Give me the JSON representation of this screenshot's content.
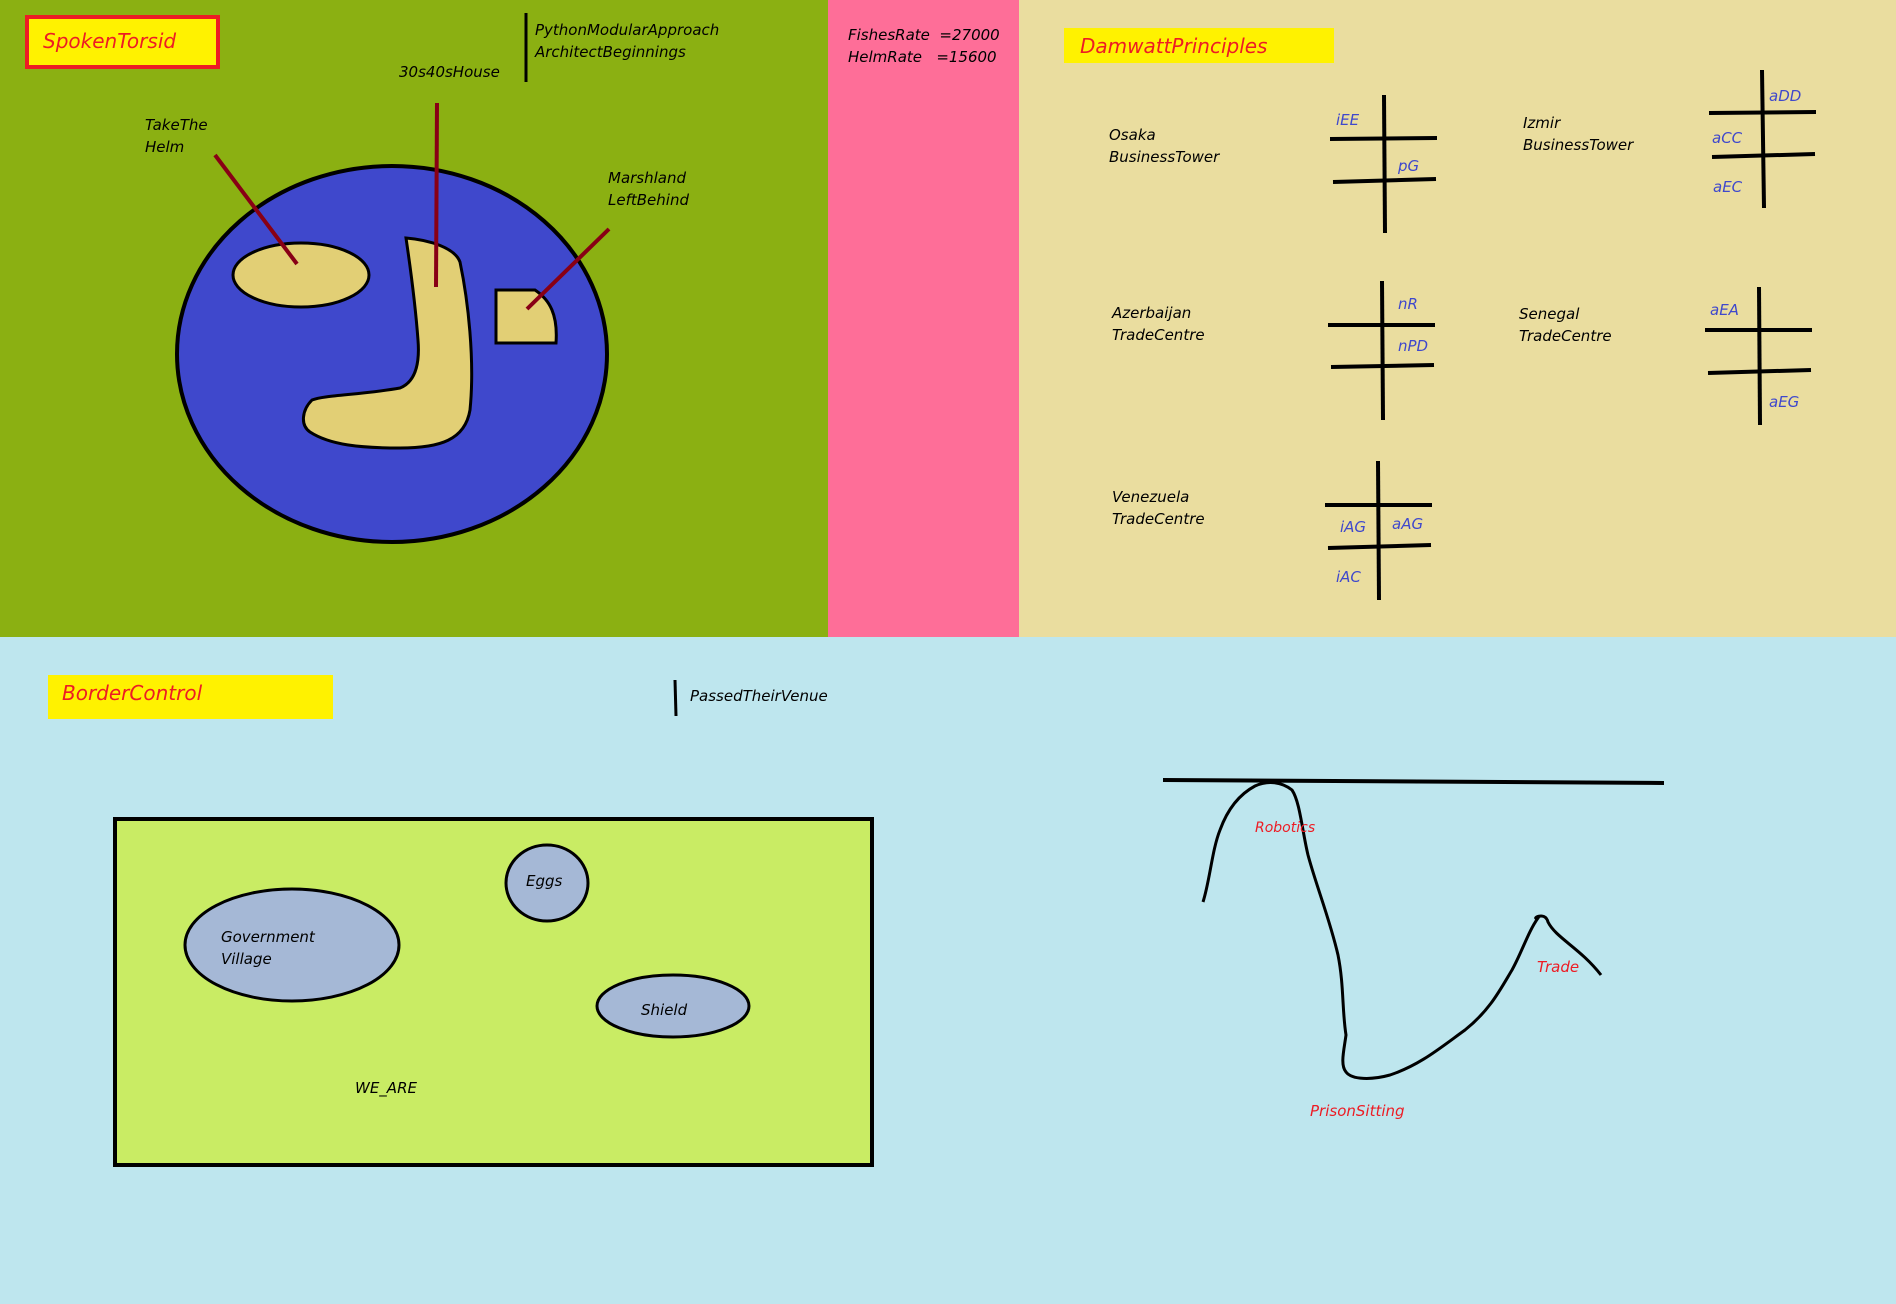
{
  "panels": {
    "spoken": {
      "title": "SpokenTorsid",
      "note_line1": "PythonModularApproach",
      "note_line2": "ArchitectBeginnings",
      "labels": {
        "take_the_helm_line1": "TakeThe",
        "take_the_helm_line2": "Helm",
        "house": "30s40sHouse",
        "marshland_line1": "Marshland",
        "marshland_line2": "LeftBehind"
      }
    },
    "rates": {
      "fishes": "FishesRate  =27000",
      "helm": "HelmRate   =15600"
    },
    "damwatt": {
      "title": "DamwattPrinciples",
      "towers": [
        {
          "line1": "Osaka",
          "line2": "BusinessTower",
          "codes": [
            "iEE",
            "pG"
          ]
        },
        {
          "line1": "Izmir",
          "line2": "BusinessTower",
          "codes": [
            "aDD",
            "aCC",
            "aEC"
          ]
        },
        {
          "line1": "Azerbaijan",
          "line2": "TradeCentre",
          "codes": [
            "nR",
            "nPD"
          ]
        },
        {
          "line1": "Senegal",
          "line2": "TradeCentre",
          "codes": [
            "aEA",
            "aEG"
          ]
        },
        {
          "line1": "Venezuela",
          "line2": "TradeCentre",
          "codes": [
            "iAG",
            "aAG",
            "iAC"
          ]
        }
      ]
    },
    "border": {
      "title": "BorderControl",
      "note": "PassedTheirVenue",
      "box": {
        "gov_line1": "Government",
        "gov_line2": "Village",
        "eggs": "Eggs",
        "shield": "Shield",
        "we_are": "WE_ARE"
      },
      "curve": {
        "robotics": "Robotics",
        "trade": "Trade",
        "prison": "PrisonSitting"
      }
    }
  },
  "colors": {
    "olive": "#8bb012",
    "pink": "#fe6e98",
    "tan": "#eadd9f",
    "light_blue": "#bee6ee",
    "yellow": "#fff200",
    "red_text": "#ed1c24",
    "blue_ellipse": "#3f48cc",
    "sand": "#e2cf75",
    "lime": "#c9ec64",
    "slate": "#a5b8d6",
    "dark_red": "#880015",
    "code_blue": "#3f48cc"
  }
}
